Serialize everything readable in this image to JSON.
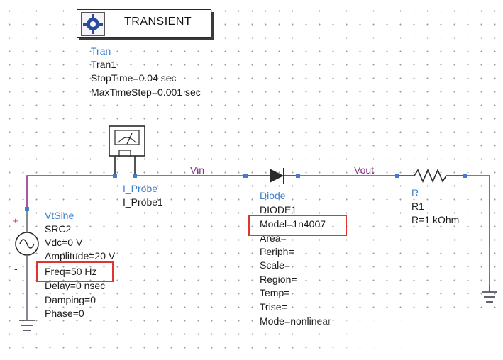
{
  "colors": {
    "wire": "#8a2f8a",
    "component_name": "#3f7fc8",
    "highlight": "#e0352e",
    "text": "#1c1c1c"
  },
  "controller": {
    "title": "TRANSIENT",
    "icon": "gear-sim-icon",
    "params": [
      "Tran",
      "Tran1",
      "StopTime=0.04 sec",
      "MaxTimeStep=0.001 sec"
    ]
  },
  "probe": {
    "icon": "ammeter-icon",
    "params": [
      "I_Probe",
      "I_Probe1"
    ]
  },
  "source": {
    "icon": "sine-source-icon",
    "plus": "+",
    "minus": "-",
    "params": [
      "VtSine",
      "SRC2",
      "Vdc=0 V",
      "Amplitude=20 V",
      "Freq=50 Hz",
      "Delay=0 nsec",
      "Damping=0",
      "Phase=0"
    ]
  },
  "diode": {
    "icon": "diode-icon",
    "params": [
      "Diode",
      "DIODE1",
      "Model=1n4007",
      "Area=",
      "Periph=",
      "Scale=",
      "Region=",
      "Temp=",
      "Trise=",
      "Mode=nonlinear"
    ]
  },
  "resistor": {
    "icon": "resistor-icon",
    "params": [
      "R",
      "R1",
      "R=1 kOhm"
    ]
  },
  "nets": {
    "vin": "Vin",
    "vout": "Vout"
  }
}
